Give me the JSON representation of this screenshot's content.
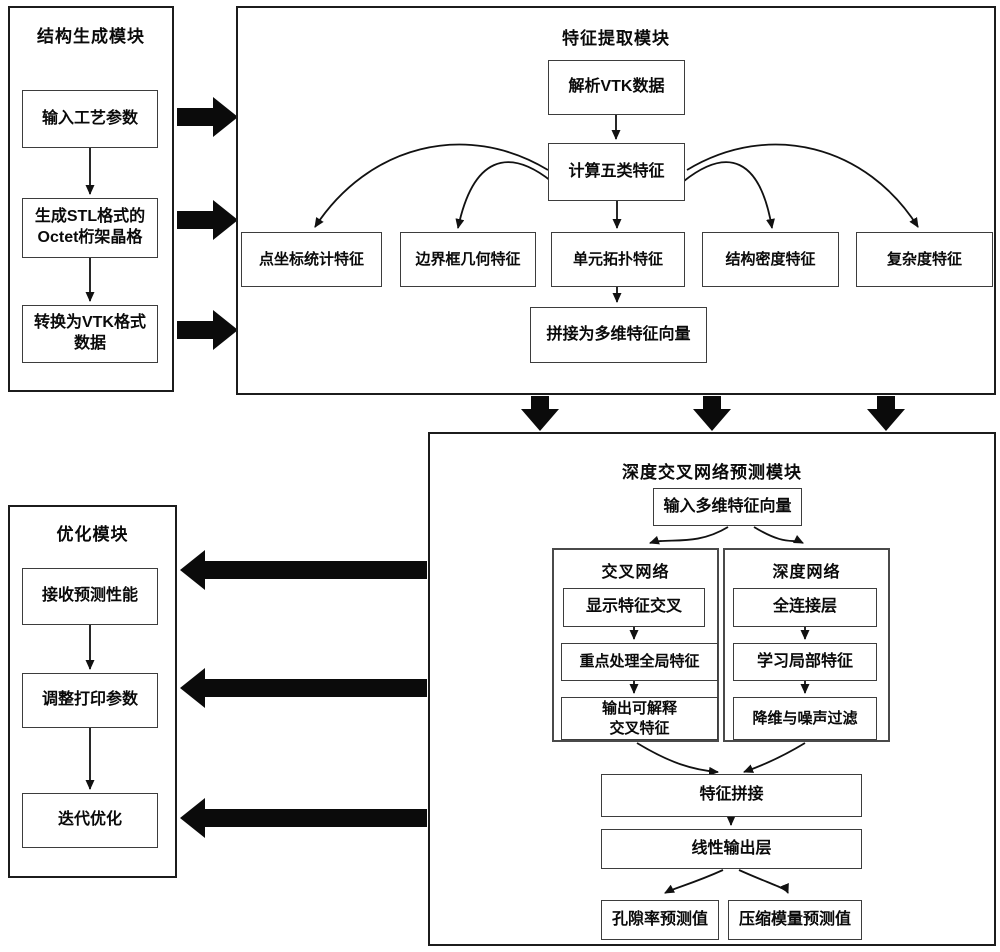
{
  "diagram": {
    "structure_module": {
      "title": "结构生成模块",
      "step1": "输入工艺参数",
      "step2": "生成STL格式的\nOctet桁架晶格",
      "step3": "转换为VTK格式\n数据"
    },
    "feature_module": {
      "title": "特征提取模块",
      "parse": "解析VTK数据",
      "compute": "计算五类特征",
      "features": [
        "点坐标统计特征",
        "边界框几何特征",
        "单元拓扑特征",
        "结构密度特征",
        "复杂度特征"
      ],
      "concat": "拼接为多维特征向量"
    },
    "prediction_module": {
      "title": "深度交叉网络预测模块",
      "input": "输入多维特征向量",
      "cross_network": {
        "title": "交叉网络",
        "step1": "显示特征交叉",
        "step2": "重点处理全局特征",
        "step3": "输出可解释\n交叉特征"
      },
      "deep_network": {
        "title": "深度网络",
        "step1": "全连接层",
        "step2": "学习局部特征",
        "step3": "降维与噪声过滤"
      },
      "concat": "特征拼接",
      "linear": "线性输出层",
      "output_left": "孔隙率预测值",
      "output_right": "压缩模量预测值"
    },
    "optimization_module": {
      "title": "优化模块",
      "step1": "接收预测性能",
      "step2": "调整打印参数",
      "step3": "迭代优化"
    },
    "colors": {
      "line": "#111111",
      "thick_arrow": "#0b0b0b",
      "border_outer": "#1c1c1c",
      "border_inner": "#3d3d3d"
    }
  }
}
